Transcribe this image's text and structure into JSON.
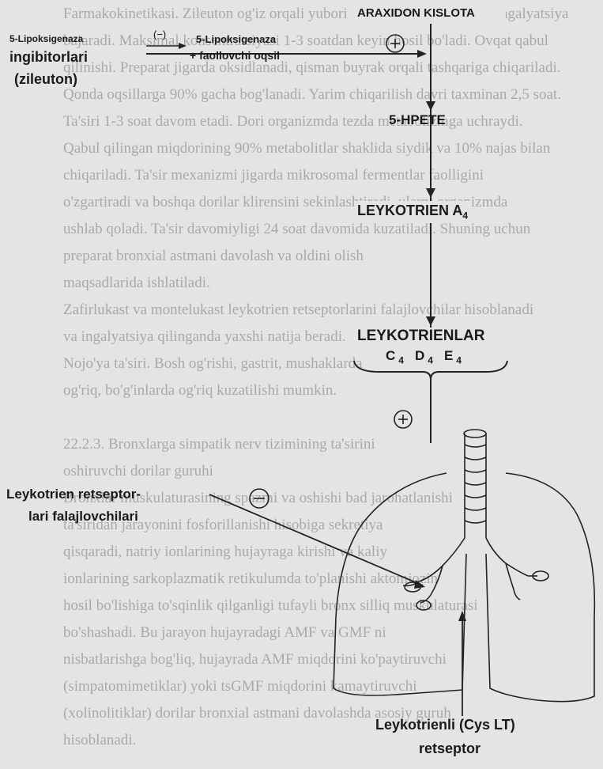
{
  "background_lines": [
    "Farmakokinetikasi. Zileuton og'iz orqali yuborilganda tezda so'riladi va ingalyatsiya",
    "bajaradi. Maksimal konsentratsiyasi 1-3 soatdan keyin hosil bo'ladi. Ovqat qabul",
    "qilinishi. Preparat jigarda oksidlanadi, qisman buyrak orqali tashqariga chiqariladi.",
    "Qonda oqsillarga 90% gacha bog'lanadi. Yarim chiqarilish davri taxminan 2,5 soat.",
    "Ta'siri 1-3 soat davom etadi. Dori organizmda tezda metabolizmga uchraydi.",
    "Qabul qilingan miqdorining 90% metabolitlar shaklida siydik va 10% najas bilan",
    "chiqariladi. Ta'sir mexanizmi jigarda mikrosomal fermentlar faolligini",
    "o'zgartiradi va boshqa dorilar klirensini sekinlashtiradi, ularni organizmda",
    "ushlab qoladi. Ta'sir davomiyligi 24 soat davomida kuzatiladi. Shuning uchun",
    "preparat bronxial astmani davolash va oldini olish",
    "maqsadlarida ishlatiladi.",
    "Zafirlukast va montelukast leykotrien retseptorlarini falajlovchilar hisoblanadi",
    "va ingalyatsiya qilinganda yaxshi natija beradi.",
    "Nojo'ya ta'siri. Bosh og'rishi, gastrit, mushaklarda",
    "og'riq, bo'g'inlarda og'riq kuzatilishi mumkin.",
    "",
    "22.2.3. Bronxlarga simpatik nerv tizimining ta'sirini",
    "oshiruvchi dorilar guruhi",
    "Bronxlar muskulaturasining spazmi va oshishi bad jarohatlanishi",
    "ta'siridan jarayonini fosforillanishi hisobiga sekretiya",
    "qisqaradi, natriy ionlarining hujayraga kirishi va kaliy",
    "ionlarining sarkoplazmatik retikulumda to'planishi aktomiozin",
    "hosil bo'lishiga to'sqinlik qilganligi tufayli bronx silliq muskulaturasi",
    "bo'shashadi. Bu jarayon hujayradagi AMF va GMF ni",
    "nisbatlarishga bog'liq, hujayrada AMF miqdorini ko'paytiruvchi",
    "(simpatomimetiklar) yoki tsGMF miqdorini kamaytiruvchi",
    "(xolinolitiklar) dorilar bronxial astmani davolashda asosiy guruh",
    "hisoblanadi."
  ],
  "diagram": {
    "top_label": "ARAXIDON KISLOTA",
    "inhibitor_label_line1": "5-Lipoksigenaza",
    "inhibitor_label_line2": "ingibitorlari",
    "inhibitor_label_line3": "(zileuton)",
    "enzyme_label_line1": "5-Lipoksigenaza",
    "enzyme_label_line2": "+ faollovchi oqsil",
    "inhibit_symbol": "(−)",
    "enzyme_symbol": "(+)",
    "hpete_label": "5-HPETE",
    "lta4_label": "LEYKOTRIEN A",
    "lta4_sub": "4",
    "leukotrienes_label": "LEYKOTRIENLAR",
    "leukotriene_types": [
      {
        "letter": "C",
        "sub": "4"
      },
      {
        "letter": "D",
        "sub": "4"
      },
      {
        "letter": "E",
        "sub": "4"
      }
    ],
    "stimulate_symbol": "(+)",
    "blocker_label_line1": "Leykotrien retseptor-",
    "blocker_label_line2": "lari falajlovchilari",
    "blocker_symbol": "(−)",
    "receptor_label_line1": "Leykotrienli (Cys LT)",
    "receptor_label_line2": "retseptor"
  }
}
